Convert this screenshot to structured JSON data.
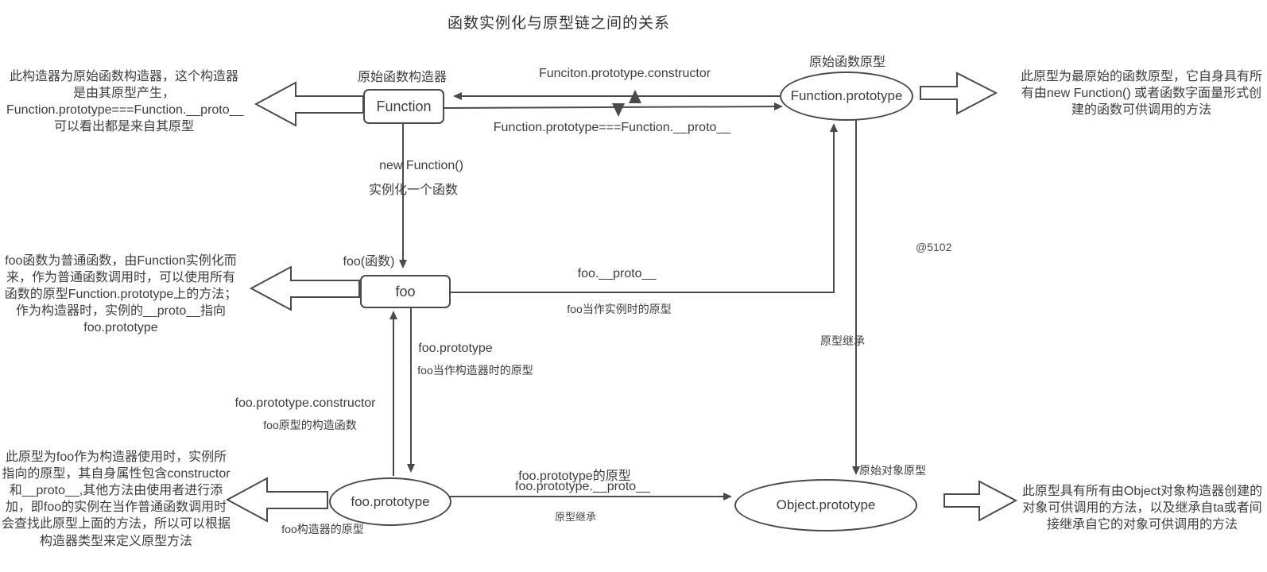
{
  "colors": {
    "stroke": "#4a4a4a",
    "text": "#3d3d3d",
    "background": "#ffffff"
  },
  "title": "函数实例化与原型链之间的关系",
  "watermark": "@5102",
  "nodes": {
    "function": {
      "label": "Function",
      "caption": "原始函数构造器"
    },
    "foo": {
      "label": "foo",
      "caption": "foo(函数)"
    },
    "function_prototype": {
      "label": "Function.prototype",
      "caption": "原始函数原型"
    },
    "foo_prototype": {
      "label": "foo.prototype",
      "caption": "foo构造器的原型"
    },
    "object_prototype": {
      "label": "Object.prototype",
      "caption": "原始对象原型"
    }
  },
  "edges": {
    "prototype_constructor": "Funciton.prototype.constructor",
    "proto_equality": "Function.prototype===Function.__proto__",
    "new_function": "new Function()",
    "new_function_caption": "实例化一个函数",
    "foo_proto": "foo.__proto__",
    "foo_proto_caption": "foo当作实例时的原型",
    "foo_prototype": "foo.prototype",
    "foo_prototype_caption": "foo当作构造器时的原型",
    "foo_prototype_constructor": "foo.prototype.constructor",
    "foo_prototype_constructor_caption": "foo原型的构造函数",
    "foo_prototype_proto_title": "foo.prototype的原型",
    "foo_prototype_proto": "foo.prototype.__proto__",
    "prototype_inherit_bottom": "原型继承",
    "prototype_inherit_right": "原型继承"
  },
  "notes": {
    "top_left": "此构造器为原始函数构造器，这个构造器是由其原型产生，Function.prototype===Function.__proto__可以看出都是来自其原型",
    "middle_left": "foo函数为普通函数，由Function实例化而来，作为普通函数调用时，可以使用所有函数的原型Function.prototype上的方法；作为构造器时，实例的__proto__指向foo.prototype",
    "bottom_left": "此原型为foo作为构造器使用时，实例所指向的原型，其自身属性包含constructor和__proto__,其他方法由使用者进行添加，即foo的实例在当作普通函数调用时会查找此原型上面的方法，所以可以根据构造器类型来定义原型方法",
    "top_right": "此原型为最原始的函数原型，它自身具有所有由new Function() 或者函数字面量形式创建的函数可供调用的方法",
    "bottom_right": "此原型具有所有由Object对象构造器创建的对象可供调用的方法，以及继承自ta或者间接继承自它的对象可供调用的方法"
  }
}
